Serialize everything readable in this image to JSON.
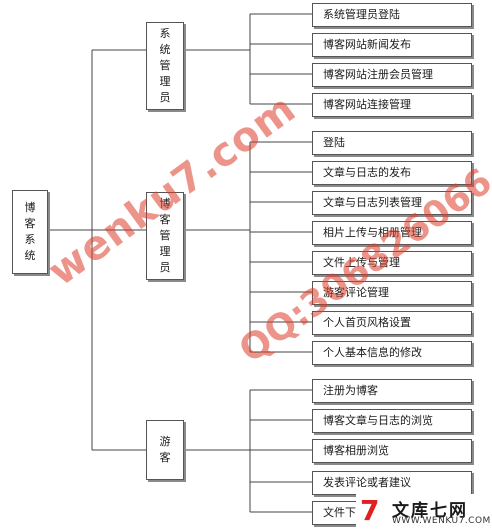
{
  "root": {
    "chars": [
      "博",
      "客",
      "系",
      "统"
    ]
  },
  "groups": [
    {
      "chars": [
        "系",
        "统",
        "管",
        "理",
        "员"
      ],
      "children": [
        "系统管理员登陆",
        "博客网站新闻发布",
        "博客网站注册会员管理",
        "博客网站连接管理"
      ]
    },
    {
      "chars": [
        "博",
        "客",
        "管",
        "理",
        "员"
      ],
      "children": [
        "登陆",
        "文章与日志的发布",
        "文章与日志列表管理",
        "相片上传与相册管理",
        "文件上传与管理",
        "游客评论管理",
        "个人首页风格设置",
        "个人基本信息的修改"
      ]
    },
    {
      "chars": [
        "游",
        "客"
      ],
      "children": [
        "注册为博客",
        "博客文章与日志的浏览",
        "博客相册浏览",
        "发表评论或者建议",
        "文件下载"
      ]
    }
  ],
  "watermark": {
    "site": "wenku7.com",
    "qq": "QQ:306826066"
  },
  "brand": {
    "mark": "7",
    "name": "文库七网",
    "url": "WWW.WENKU7.COM"
  },
  "colors": {
    "border": "#555555",
    "shadow": "#8a8a8a",
    "watermark": "#dc3c28",
    "brand_red": "#e02020"
  }
}
